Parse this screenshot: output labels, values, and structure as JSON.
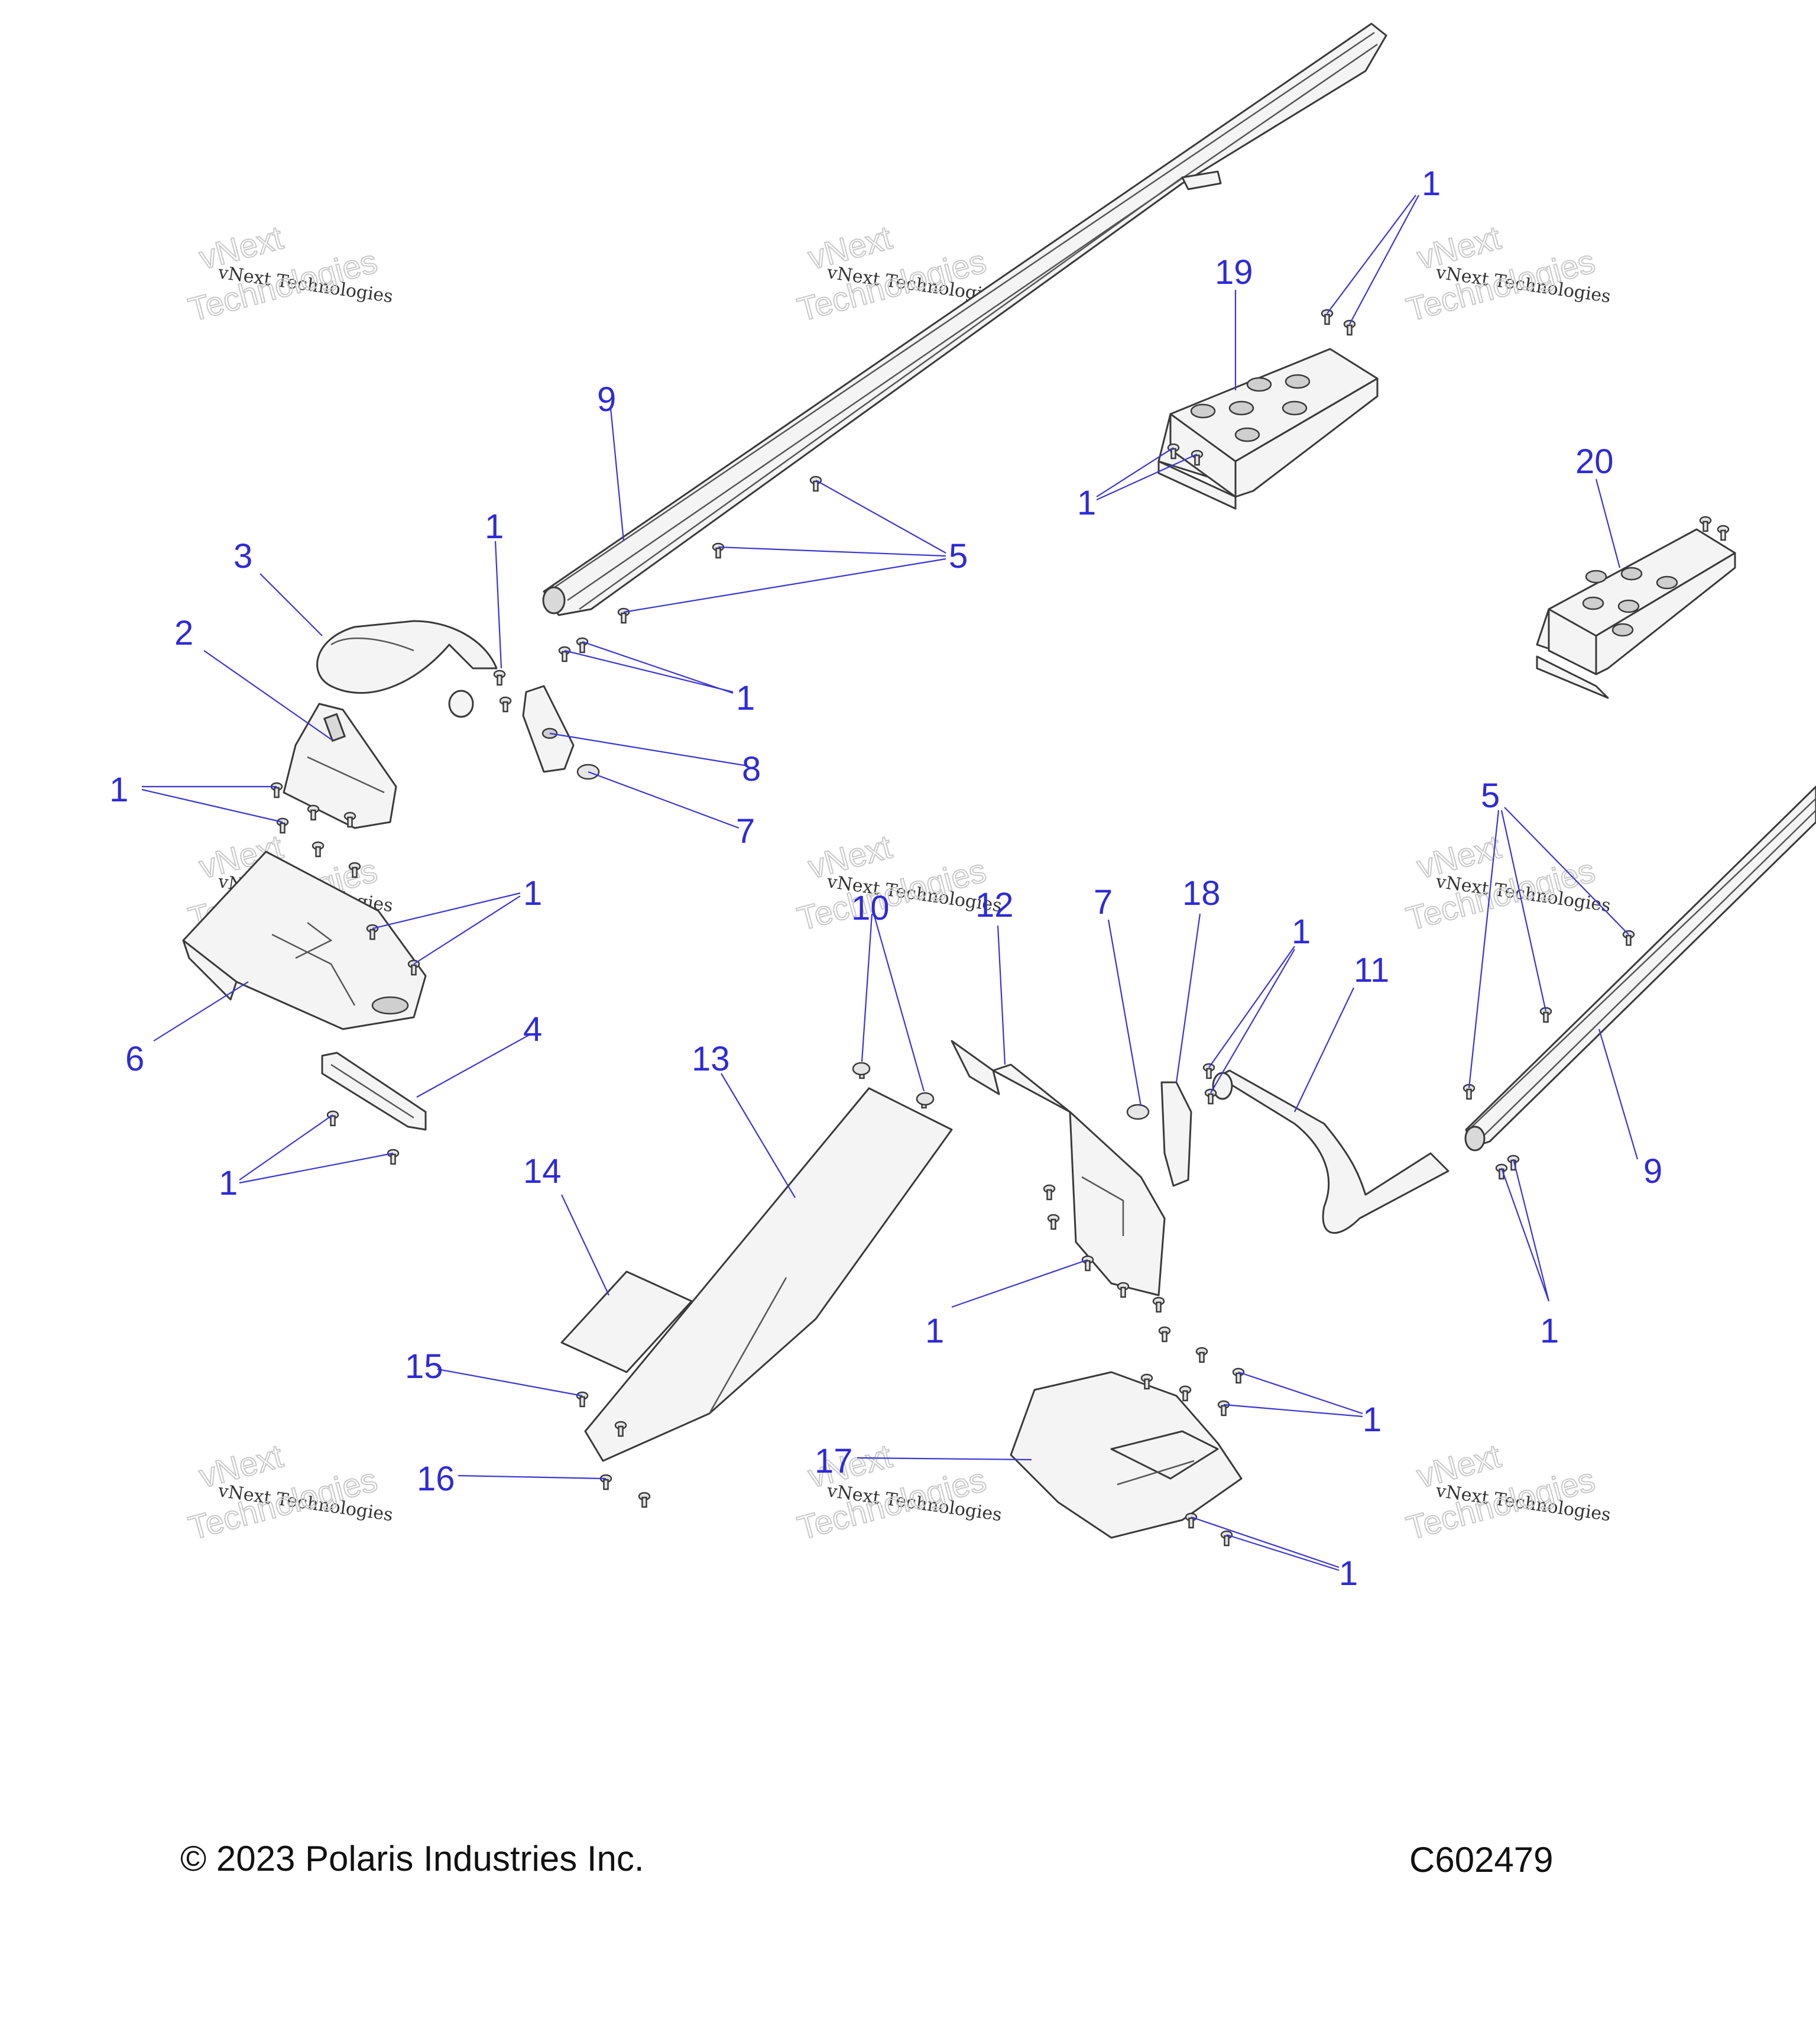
{
  "callouts": {
    "c1a": "1",
    "c1b": "1",
    "c1c": "1",
    "c1d": "1",
    "c1e": "1",
    "c1f": "1",
    "c1g": "1",
    "c1h": "1",
    "c1i": "1",
    "c1j": "1",
    "c1k": "1",
    "c1l": "1",
    "c2": "2",
    "c3": "3",
    "c4": "4",
    "c5a": "5",
    "c5b": "5",
    "c6": "6",
    "c7a": "7",
    "c7b": "7",
    "c8": "8",
    "c9a": "9",
    "c9b": "9",
    "c10": "10",
    "c11": "11",
    "c12": "12",
    "c13": "13",
    "c14": "14",
    "c15": "15",
    "c16": "16",
    "c17": "17",
    "c18": "18",
    "c19": "19",
    "c20": "20"
  },
  "watermark": {
    "line1": "vNext Technologies",
    "line2": "vNext",
    "line3": "Technologies"
  },
  "footer": {
    "copyright": "© 2023 Polaris Industries Inc.",
    "drawing_number": "C602479"
  }
}
